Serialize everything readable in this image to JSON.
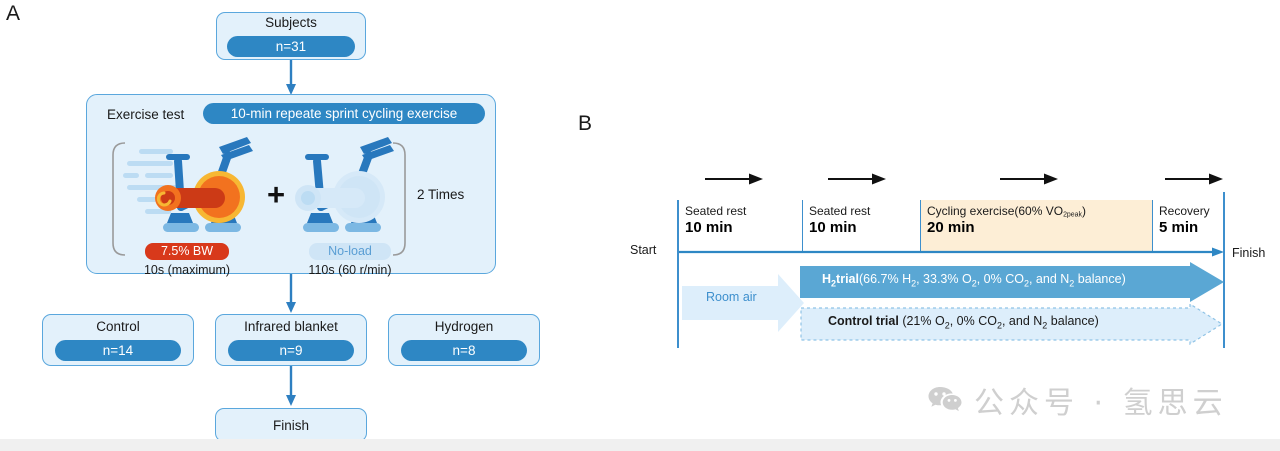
{
  "panels": {
    "a_label": "A",
    "b_label": "B"
  },
  "panel_a": {
    "subjects": {
      "title": "Subjects",
      "n": "n=31"
    },
    "exercise": {
      "label": "Exercise test",
      "protocol": "10-min repeate sprint cycling exercise",
      "repeat": "2 Times",
      "plus": "+",
      "sprint": {
        "load_tag": "7.5% BW",
        "caption": "10s (maximum)",
        "icon": "exercise-bike-red"
      },
      "recovery": {
        "load_tag": "No-load",
        "caption": "110s (60 r/min)",
        "icon": "exercise-bike-pale"
      }
    },
    "groups": [
      {
        "title": "Control",
        "n": "n=14"
      },
      {
        "title": "Infrared blanket",
        "n": "n=9"
      },
      {
        "title": "Hydrogen",
        "n": "n=8"
      }
    ],
    "finish": "Finish"
  },
  "panel_b": {
    "start_label": "Start",
    "finish_label": "Finish",
    "segments": [
      {
        "name": "Seated rest",
        "duration": "10 min",
        "shaded": false
      },
      {
        "name": "Seated rest",
        "duration": "10 min",
        "shaded": false
      },
      {
        "name": "Cycling exercise(60% VO2peak)",
        "duration": "20 min",
        "shaded": true
      },
      {
        "name": "Recovery",
        "duration": "5 min",
        "shaded": false
      }
    ],
    "gas": {
      "room_air": "Room air",
      "h2_trial_bold": "H2trial",
      "h2_trial_rest": "(66.7% H2, 33.3% O2, 0% CO2, and N2 balance)",
      "control_trial_bold": "Control trial",
      "control_trial_rest": " (21% O2, 0% CO2, and N2 balance)"
    }
  },
  "watermark": {
    "text": "公众号 · 氢思云",
    "icon": "wechat-icon"
  },
  "colors": {
    "box_fill": "#e3f1fb",
    "box_border": "#5aa7dd",
    "pill_blue": "#2e87c4",
    "accent_blue": "#2e7fc1",
    "cream": "#fdeed6",
    "red_load": "#d8391b",
    "pale_blue": "#cfe5f6"
  }
}
